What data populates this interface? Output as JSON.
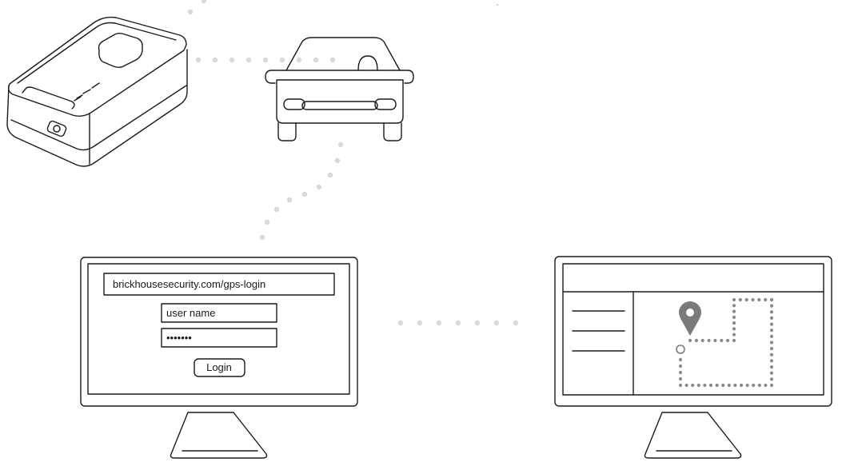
{
  "login_screen": {
    "url": "brickhousesecurity.com/gps-login",
    "username_placeholder": "user name",
    "password_value": "•••••••",
    "login_button": "Login"
  },
  "colors": {
    "line": "#1a1a1a",
    "connector_dots": "#d9d9d9",
    "route_dots": "#8a8a8a",
    "pin": "#7a7a7a"
  },
  "icons": {
    "tracker": "gps-tracker-device-icon",
    "vehicle": "car-front-icon",
    "pin": "map-pin-icon"
  }
}
